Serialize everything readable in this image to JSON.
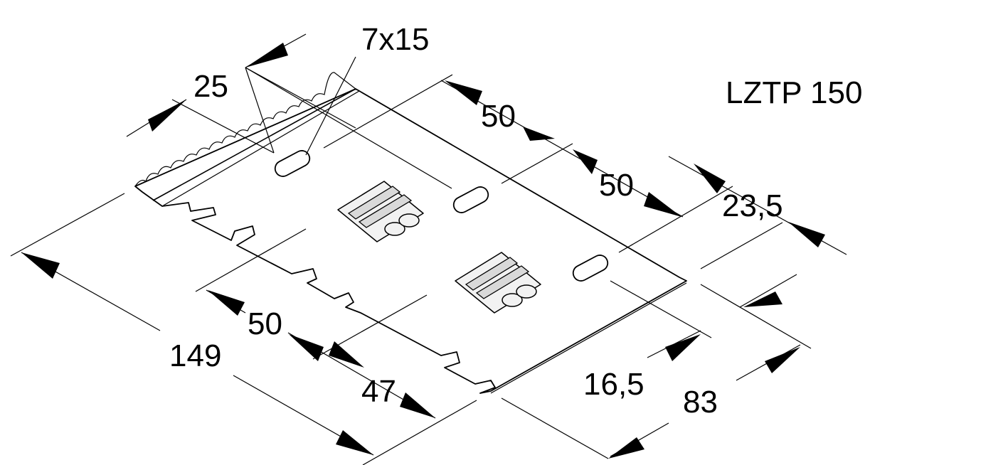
{
  "product": {
    "code": "LZTP 150"
  },
  "dimensions": {
    "slot_size": "7x15",
    "top_margin": "25",
    "hole_spacing_1": "50",
    "hole_spacing_2": "50",
    "hole_edge_right": "23,5",
    "width": "149",
    "lower_spacing": "50",
    "lower_edge": "47",
    "depth_small": "16,5",
    "depth": "83"
  }
}
